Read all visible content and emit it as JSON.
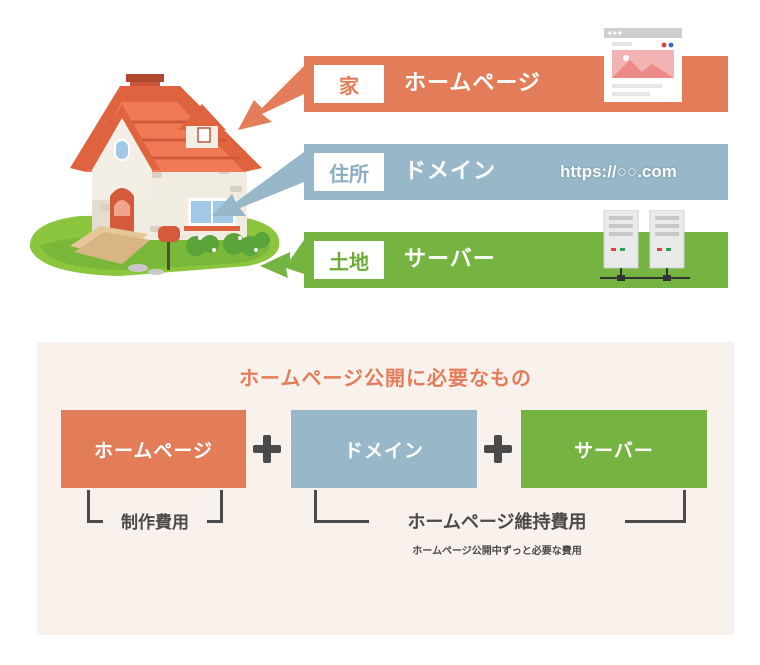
{
  "illustration": {
    "banners": [
      {
        "tag": "家",
        "label": "ホームページ"
      },
      {
        "tag": "住所",
        "label": "ドメイン",
        "url": "https://○○.com"
      },
      {
        "tag": "土地",
        "label": "サーバー"
      }
    ]
  },
  "summary": {
    "title": "ホームページ公開に必要なもの",
    "boxes": [
      "ホームページ",
      "ドメイン",
      "サーバー"
    ],
    "production_cost": "制作費用",
    "maintenance_cost": "ホームページ維持費用",
    "maintenance_note": "ホームページ公開中ずっと必要な費用"
  },
  "colors": {
    "homepage": "#e37d59",
    "domain": "#98b7c9",
    "server": "#76b442",
    "panel_bg": "#f8f1ec"
  }
}
